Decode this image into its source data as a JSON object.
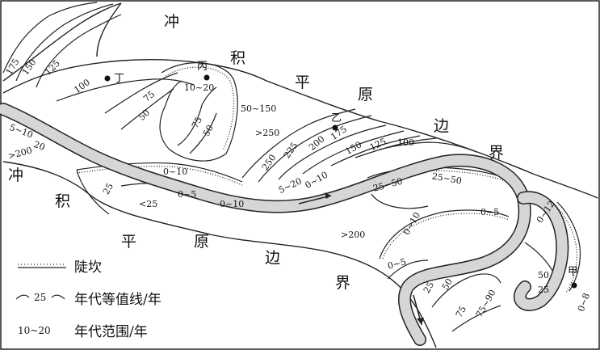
{
  "labels": {
    "chong_top": "冲",
    "ji_top": "积",
    "ping_top": "平",
    "yuan_top": "原",
    "bian_top": "边",
    "jie_top": "界",
    "chong_left": "冲",
    "ji_left": "积",
    "ping_bottom": "平",
    "yuan_bottom": "原",
    "bian_bottom": "边",
    "jie_bottom": "界"
  },
  "points": {
    "ding": "丁",
    "bing": "丙",
    "yi": "乙",
    "jia": "甲"
  },
  "contours": {
    "c175a": "175",
    "c150a": "150",
    "c125a": "125",
    "c100a": "100",
    "c75a": "75",
    "c50a": "50",
    "r10_20a": "10~20",
    "r50_150": "50~150",
    "gt250": ">250",
    "c75b": "75",
    "c50b": "50",
    "c250": "250",
    "c225": "225",
    "c200": "200",
    "c175b": "175",
    "c150b": "150",
    "c125b": "125",
    "c100b": "100",
    "r5_10": "5~10",
    "c20": "20",
    "gt200a": ">200",
    "c25a": "25",
    "lt25": "<25",
    "r0_10a": "0~10",
    "r0_5a": "0~5",
    "r0_10b": "0~10",
    "r5_20": "5~20",
    "r0_10c": "0~10",
    "c25_50": "25~50",
    "c25_50b": "25~50",
    "r0_5b": "0~5",
    "r0_12": "0~12",
    "gt200b": ">200",
    "r0_10d": "0~10",
    "r0_5c": "0~5",
    "c25b": "25",
    "c50c": "50",
    "c75c": "75",
    "r75_90": "75~90",
    "c50d": "50",
    "c25c": "25",
    "r0_8": "0~8"
  },
  "legend": {
    "scarp_symbol": "",
    "scarp_label": "陡坎",
    "isoline_sample": "25",
    "isoline_label": "年代等值线/年",
    "range_sample": "10~20",
    "range_label": "年代范围/年"
  }
}
